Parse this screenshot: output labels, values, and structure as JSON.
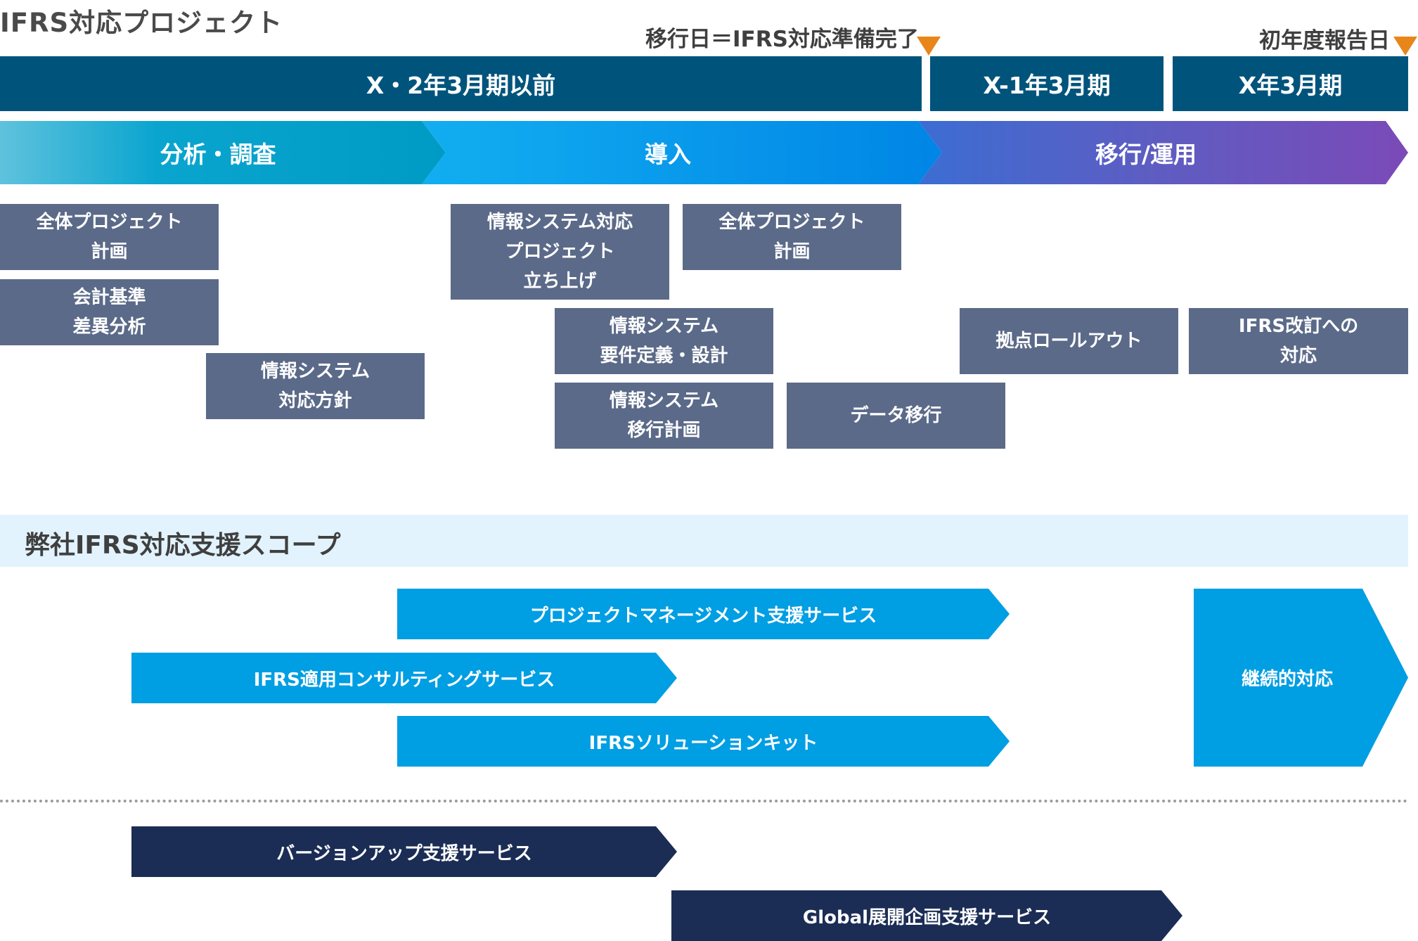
{
  "title": "IFRS対応プロジェクト",
  "milestones": {
    "transition": "移行日＝IFRS対応準備完了",
    "first_report": "初年度報告日"
  },
  "periods": [
    "X・2年3月期以前",
    "X-1年3月期",
    "X年3月期"
  ],
  "phases": [
    "分析・調査",
    "導入",
    "移行/運用"
  ],
  "tasks": [
    [
      "全体プロジェクト",
      "計画"
    ],
    [
      "会計基準",
      "差異分析"
    ],
    [
      "情報システム",
      "対応方針"
    ],
    [
      "情報システム対応",
      "プロジェクト",
      "立ち上げ"
    ],
    [
      "全体プロジェクト",
      "計画"
    ],
    [
      "情報システム",
      "要件定義・設計"
    ],
    [
      "情報システム",
      "移行計画"
    ],
    [
      "データ移行"
    ],
    [
      "拠点ロールアウト"
    ],
    [
      "IFRS改訂への",
      "対応"
    ]
  ],
  "scope_title": "弊社IFRS対応支援スコープ",
  "services": [
    "プロジェクトマネージメント支援サービス",
    "IFRS適用コンサルティングサービス",
    "IFRSソリューションキット",
    "継続的対応",
    "バージョンアップ支援サービス",
    "Global展開企画支援サービス"
  ],
  "colors": {
    "period_bg": "#00547c",
    "task_bg": "#5b6a88",
    "milestone_marker": "#e8861a",
    "service_light": "#009ee3",
    "service_dark": "#1b2d55",
    "scope_band": "#e2f3fd"
  }
}
